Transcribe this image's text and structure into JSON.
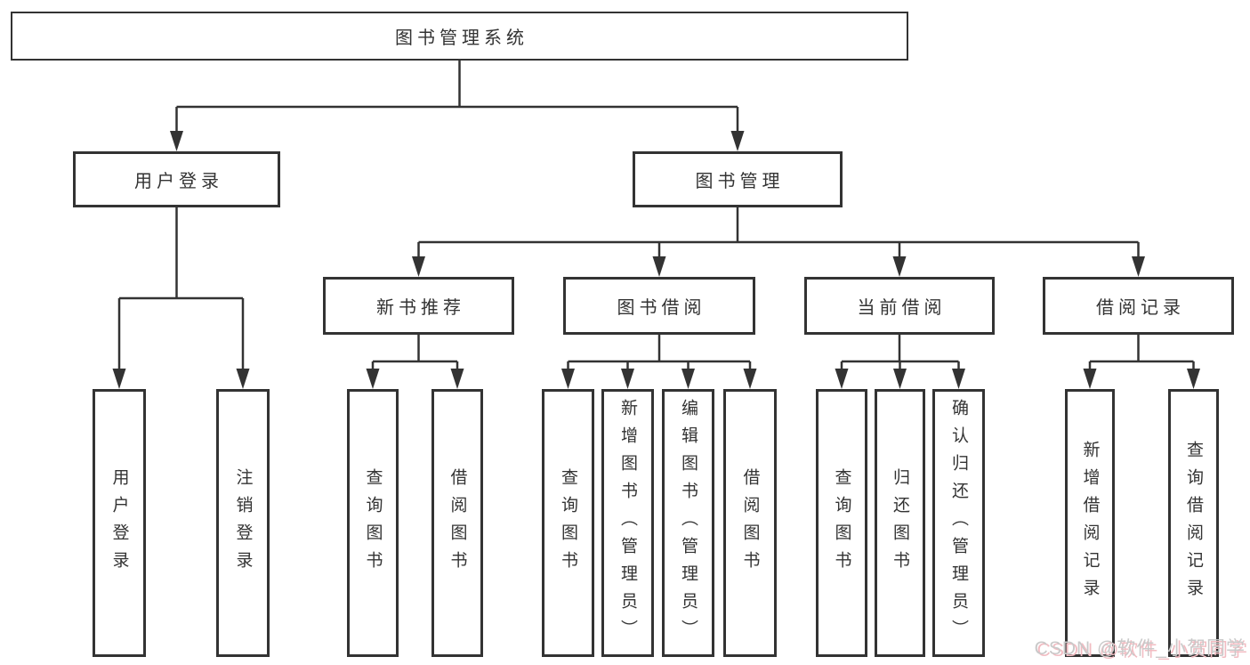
{
  "diagram": {
    "title": "图书管理系统",
    "nodes": {
      "root": "图书管理系统",
      "user_login_branch": "用户登录",
      "book_management": "图书管理",
      "new_book_recommend": "新书推荐",
      "book_borrow": "图书借阅",
      "current_borrow": "当前借阅",
      "borrow_records": "借阅记录",
      "leaf_user_login": "用户登录",
      "leaf_logout": "注销登录",
      "leaf_newrec_query_books": "查询图书",
      "leaf_newrec_borrow_books": "借阅图书",
      "leaf_borrow_query_books": "查询图书",
      "leaf_borrow_add_books_admin": "新增图书（管理员）",
      "leaf_borrow_edit_books_admin": "编辑图书（管理员）",
      "leaf_borrow_borrow_books": "借阅图书",
      "leaf_current_query_books": "查询图书",
      "leaf_current_return_books": "归还图书",
      "leaf_current_confirm_return_admin": "确认归还（管理员）",
      "leaf_records_add_record": "新增借阅记录",
      "leaf_records_query_record": "查询借阅记录"
    },
    "watermark": "CSDN @软件_小贺同学",
    "colors": {
      "line": "#333333",
      "text": "#333333",
      "background": "#ffffff",
      "watermark_text": "#c9c9c9",
      "watermark_shadow": "#f2bcc2"
    }
  }
}
